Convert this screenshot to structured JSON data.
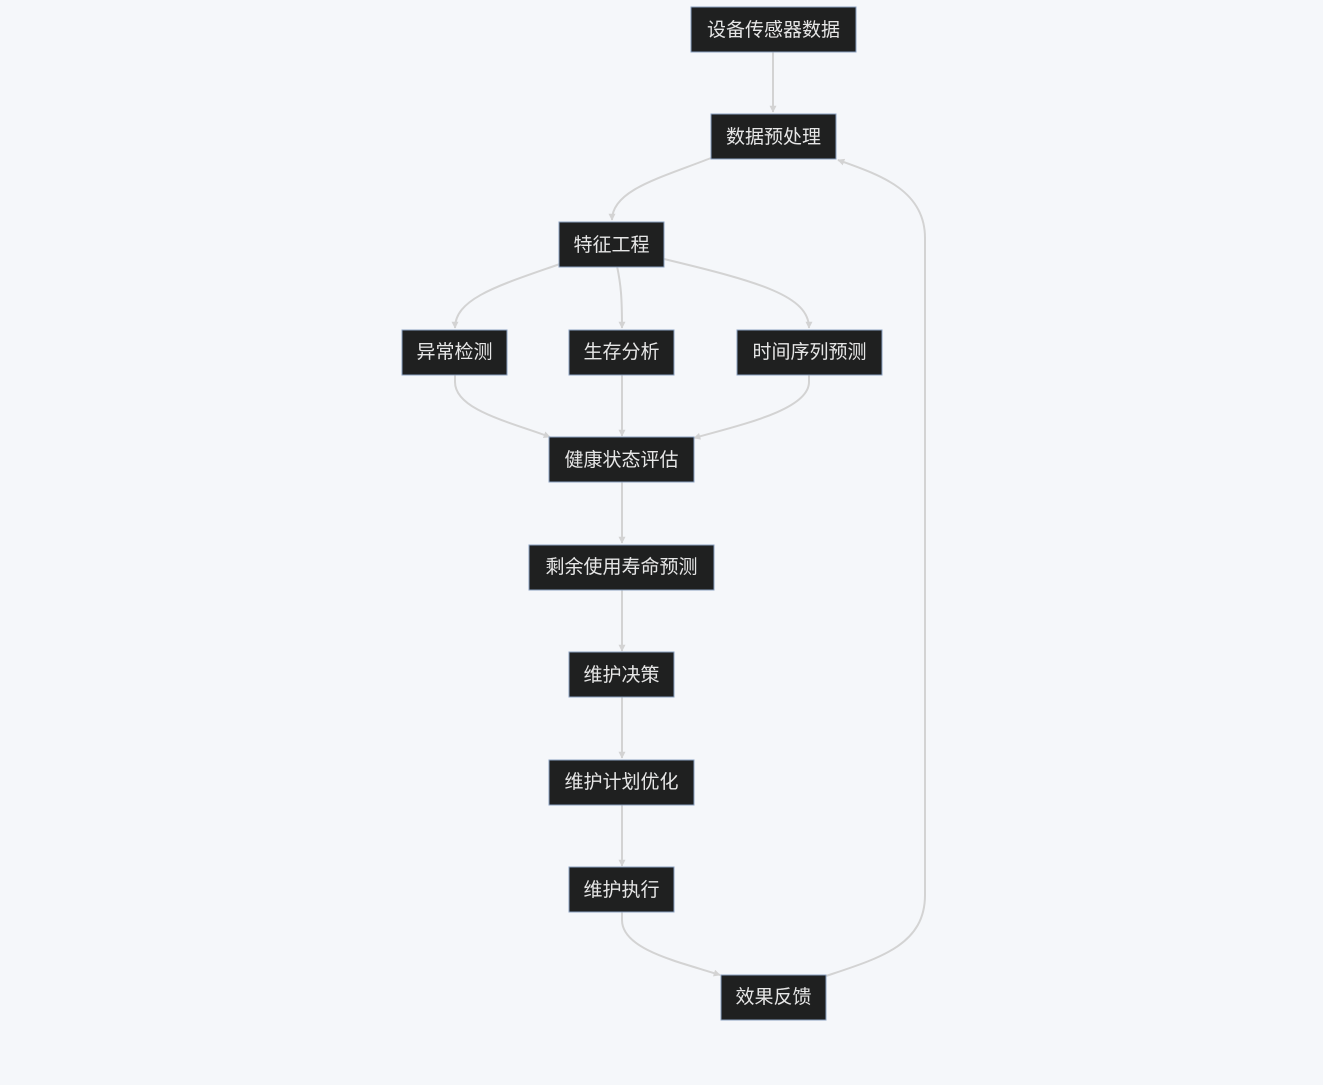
{
  "nodes": {
    "sensor_data": "设备传感器数据",
    "preprocess": "数据预处理",
    "feature_engineering": "特征工程",
    "anomaly_detection": "异常检测",
    "survival_analysis": "生存分析",
    "time_series_forecast": "时间序列预测",
    "health_assessment": "健康状态评估",
    "rul_prediction": "剩余使用寿命预测",
    "maintenance_decision": "维护决策",
    "maintenance_plan_optimization": "维护计划优化",
    "maintenance_execution": "维护执行",
    "effect_feedback": "效果反馈"
  },
  "edges": [
    {
      "from": "sensor_data",
      "to": "preprocess"
    },
    {
      "from": "preprocess",
      "to": "feature_engineering"
    },
    {
      "from": "feature_engineering",
      "to": "anomaly_detection"
    },
    {
      "from": "feature_engineering",
      "to": "survival_analysis"
    },
    {
      "from": "feature_engineering",
      "to": "time_series_forecast"
    },
    {
      "from": "anomaly_detection",
      "to": "health_assessment"
    },
    {
      "from": "survival_analysis",
      "to": "health_assessment"
    },
    {
      "from": "time_series_forecast",
      "to": "health_assessment"
    },
    {
      "from": "health_assessment",
      "to": "rul_prediction"
    },
    {
      "from": "rul_prediction",
      "to": "maintenance_decision"
    },
    {
      "from": "maintenance_decision",
      "to": "maintenance_plan_optimization"
    },
    {
      "from": "maintenance_plan_optimization",
      "to": "maintenance_execution"
    },
    {
      "from": "maintenance_execution",
      "to": "effect_feedback"
    },
    {
      "from": "effect_feedback",
      "to": "preprocess"
    }
  ],
  "colors": {
    "background": "#f5f7fa",
    "node_fill": "#1f2020",
    "node_border": "#8aa0c0",
    "node_text": "#e6e6e6",
    "edge": "#d3d3d3"
  }
}
